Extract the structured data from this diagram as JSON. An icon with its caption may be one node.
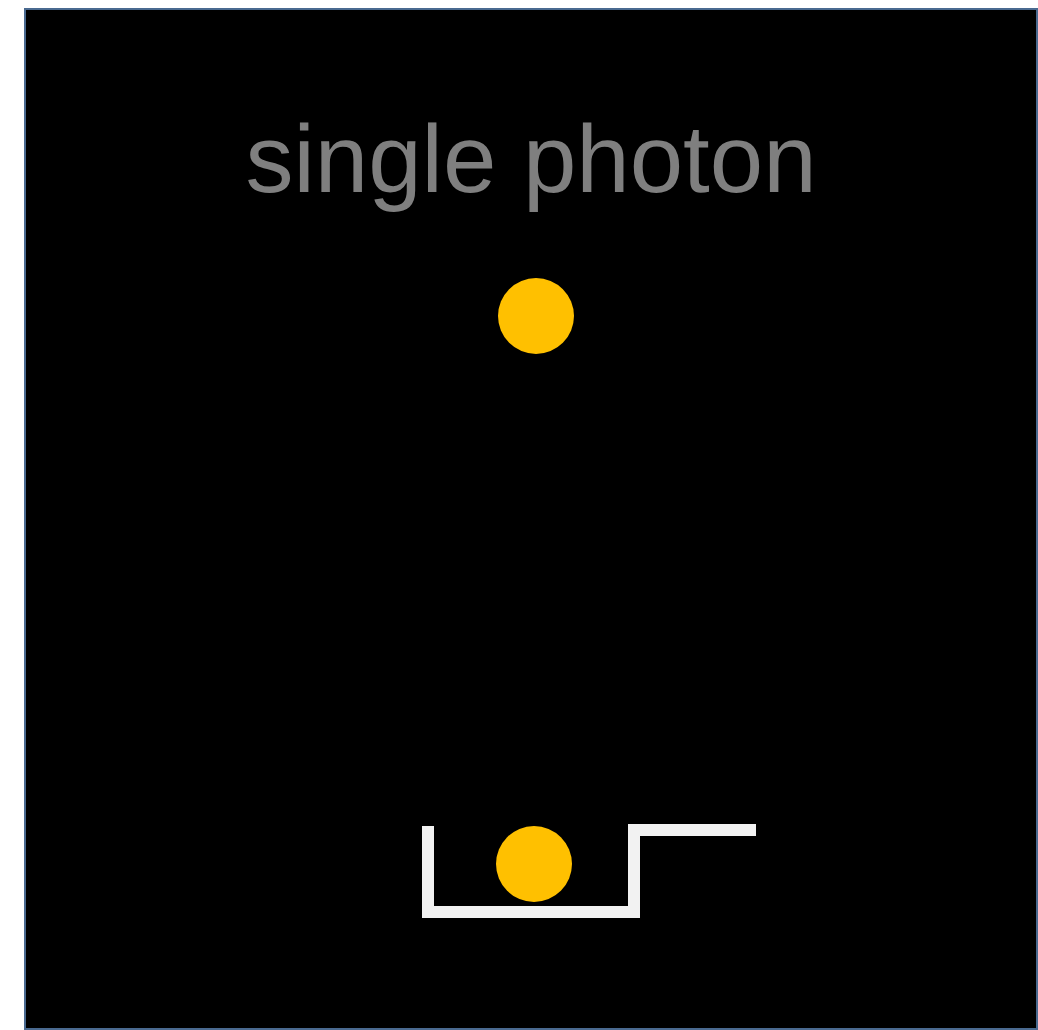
{
  "diagram": {
    "title": "single photon",
    "nodes": [
      {
        "text": [],
        "shape": "circle"
      },
      {
        "text": [],
        "shape": "circle"
      }
    ]
  }
}
